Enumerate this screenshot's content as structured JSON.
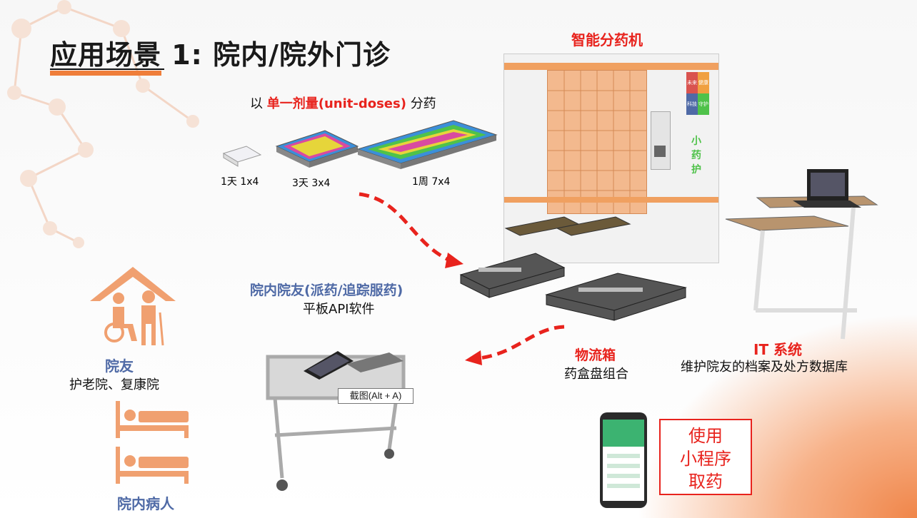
{
  "slide": {
    "title": "应用场景 1: 院内/院外门诊",
    "dose": {
      "prefix": "以",
      "highlight": "单一剂量(unit-doses)",
      "suffix": "分药",
      "labels": [
        "1天  1x4",
        "3天  3x4",
        "1周  7x4"
      ]
    },
    "machine_label": "智能分药机",
    "machine_brand": "小药护",
    "machine_panel": [
      "未来",
      "健康",
      "科技",
      "守护"
    ],
    "tablet": {
      "title": "院内院友(派药/追踪服药)",
      "subtitle": "平板API软件"
    },
    "logistics": {
      "title": "物流箱",
      "subtitle": "药盒盘组合"
    },
    "it": {
      "title": "IT 系统",
      "subtitle": "维护院友的档案及处方数据库"
    },
    "residents": {
      "title": "院友",
      "subtitle": "护老院、复康院"
    },
    "inpatients": {
      "title": "院内病人"
    },
    "tooltip": "截图(Alt + A)",
    "pickup": [
      "使用",
      "小程序",
      "取药"
    ],
    "colors": {
      "accent_orange": "#ef7e3a",
      "red": "#e8231d",
      "blue": "#4f6aa6",
      "icon_orange": "#f0a070"
    }
  }
}
